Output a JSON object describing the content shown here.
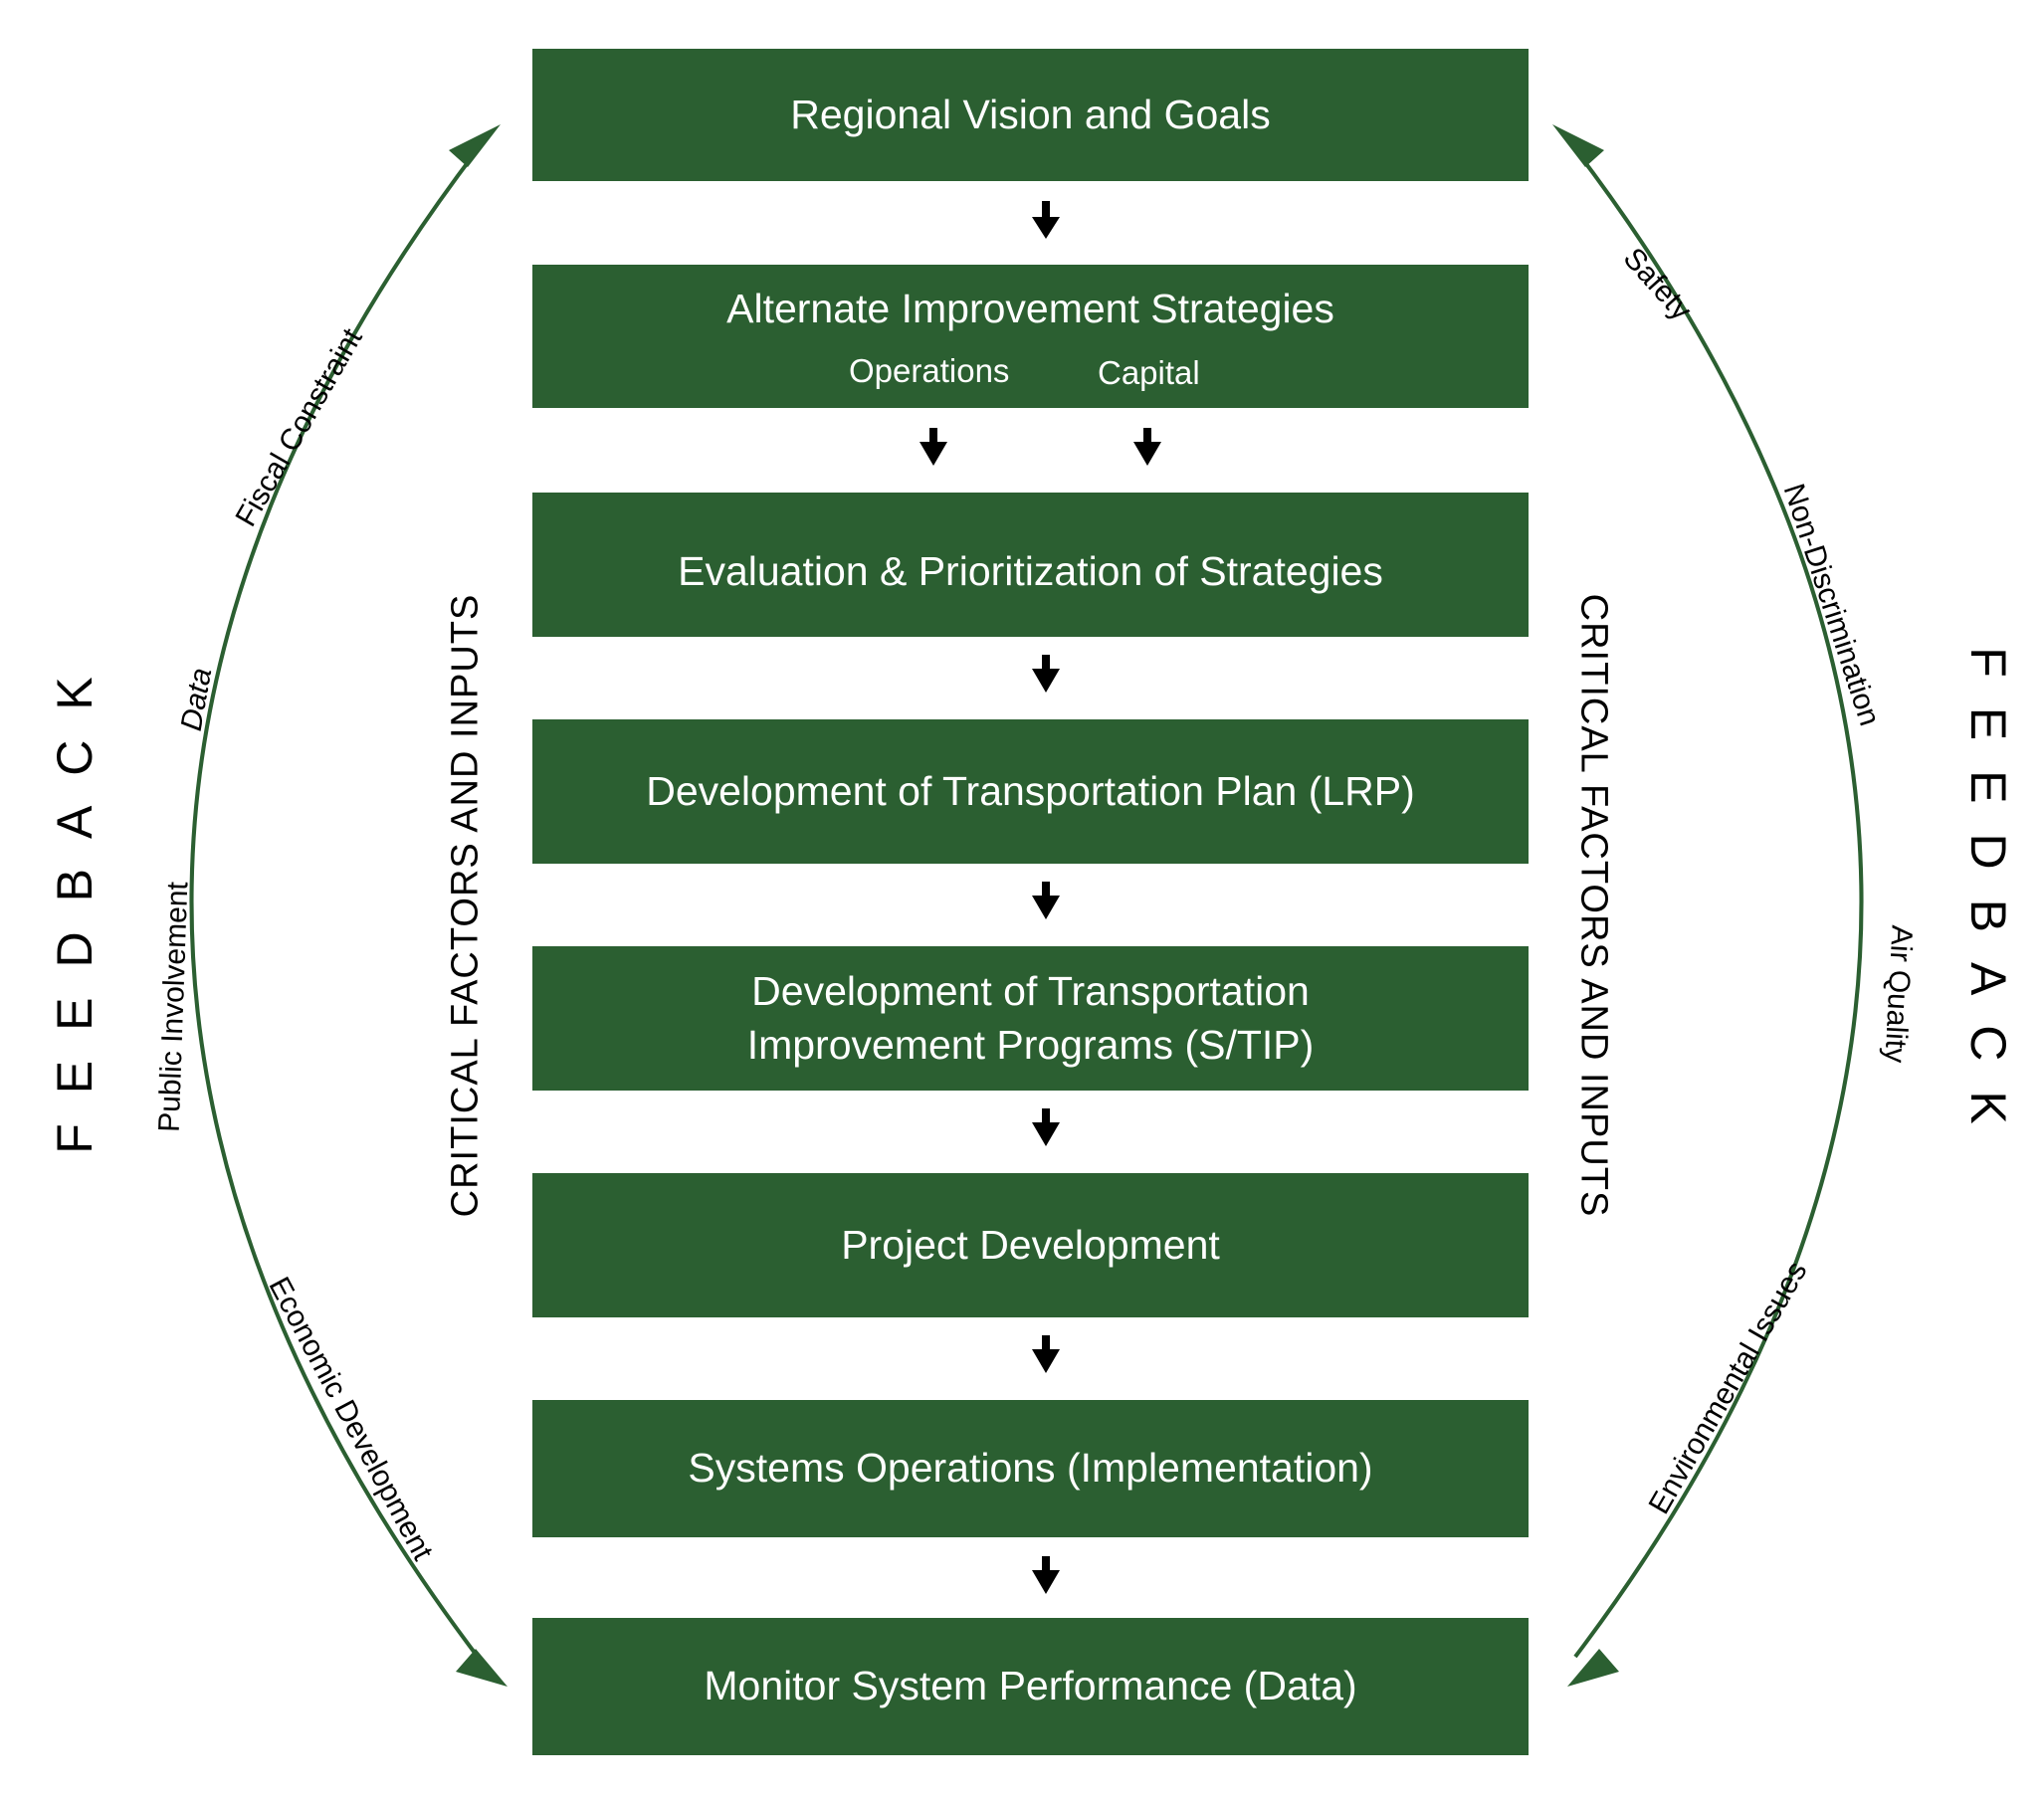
{
  "colors": {
    "box_fill": "#2b5f31",
    "box_text": "#ffffff",
    "arc": "#2b5f31",
    "arrow": "#000000"
  },
  "boxes": [
    {
      "label": "Regional Vision and Goals"
    },
    {
      "label": "Alternate Improvement Strategies",
      "sub_left": "Operations",
      "sub_right": "Capital"
    },
    {
      "label": "Evaluation & Prioritization of Strategies"
    },
    {
      "label": "Development of Transportation Plan (LRP)"
    },
    {
      "label": "Development of Transportation",
      "label2": "Improvement Programs (S/TIP)"
    },
    {
      "label": "Project Development"
    },
    {
      "label": "Systems Operations (Implementation)"
    },
    {
      "label": "Monitor System Performance (Data)"
    }
  ],
  "side_labels": {
    "feedback_left": "FEEDBACK",
    "feedback_right": "FEEDBACK",
    "critical_left": "CRITICAL FACTORS AND INPUTS",
    "critical_right": "CRITICAL FACTORS AND INPUTS"
  },
  "left_factors": [
    "Fiscal Constraint",
    "Data",
    "Public Involvement",
    "Economic Development"
  ],
  "right_factors": [
    "Safety",
    "Non-Discrimination",
    "Air Quality",
    "Environmental Issues"
  ]
}
